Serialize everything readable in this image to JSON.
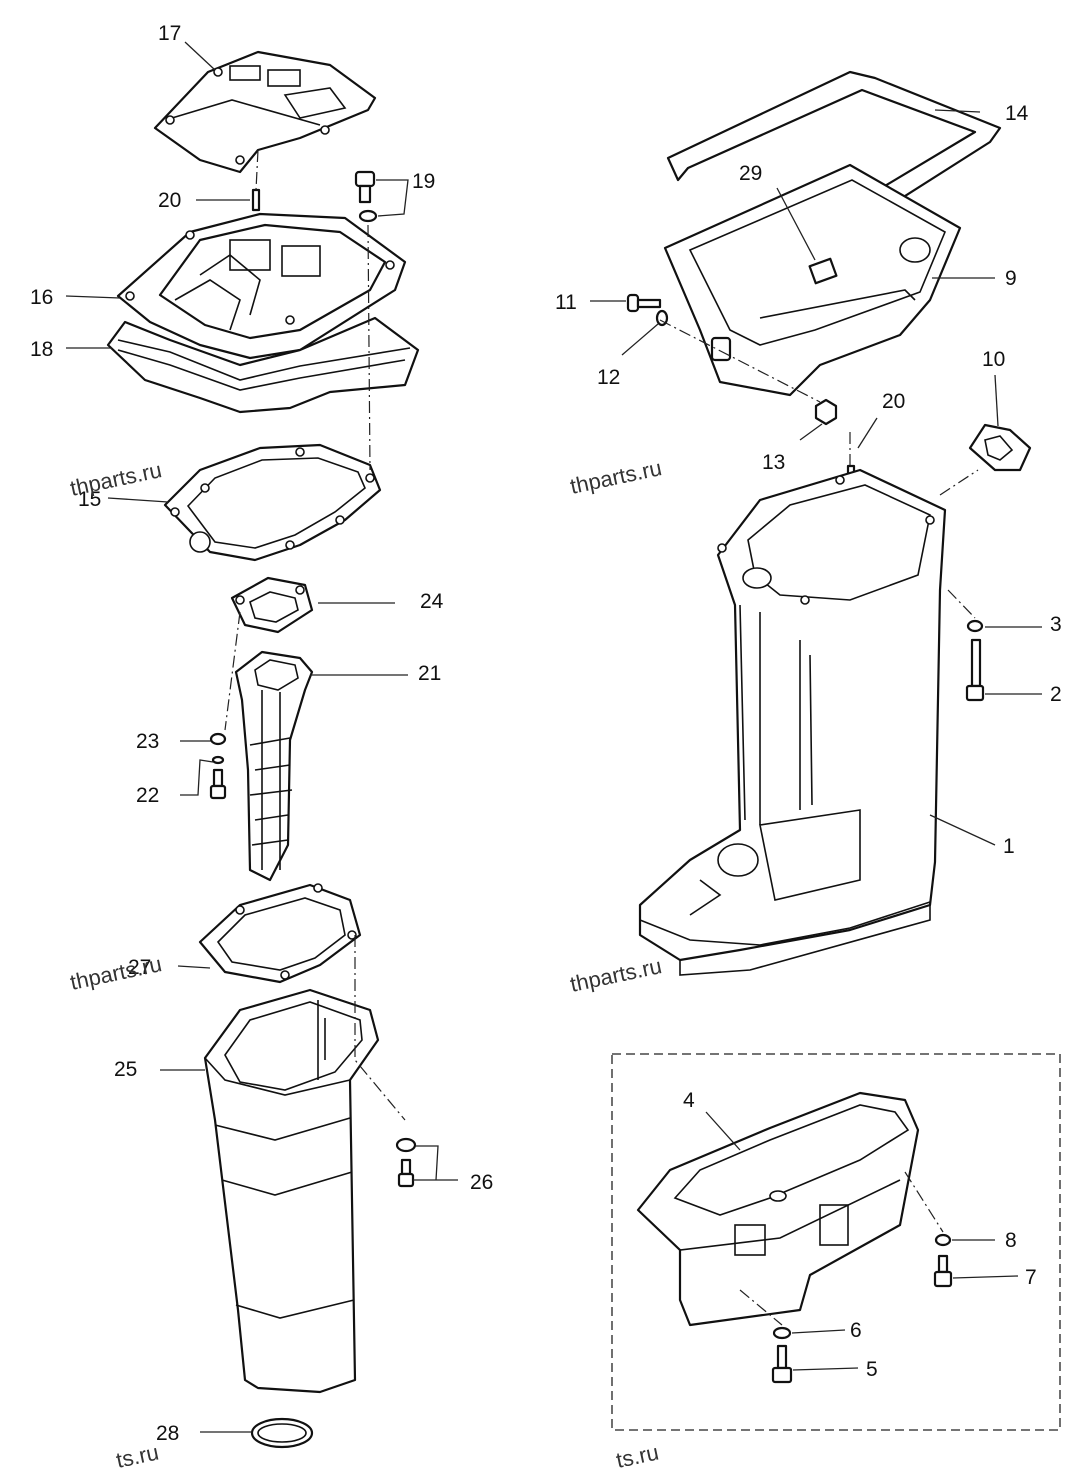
{
  "labels": {
    "l1": "1",
    "l2": "2",
    "l3": "3",
    "l4": "4",
    "l5": "5",
    "l6": "6",
    "l7": "7",
    "l8": "8",
    "l9": "9",
    "l10": "10",
    "l11": "11",
    "l12": "12",
    "l13": "13",
    "l14": "14",
    "l15": "15",
    "l16": "16",
    "l17": "17",
    "l18": "18",
    "l19": "19",
    "l20a": "20",
    "l20b": "20",
    "l21": "21",
    "l22": "22",
    "l23": "23",
    "l24": "24",
    "l25": "25",
    "l26": "26",
    "l27": "27",
    "l28": "28",
    "l29": "29"
  },
  "watermark": {
    "text": "thparts.ru",
    "partial": "ts.ru"
  }
}
